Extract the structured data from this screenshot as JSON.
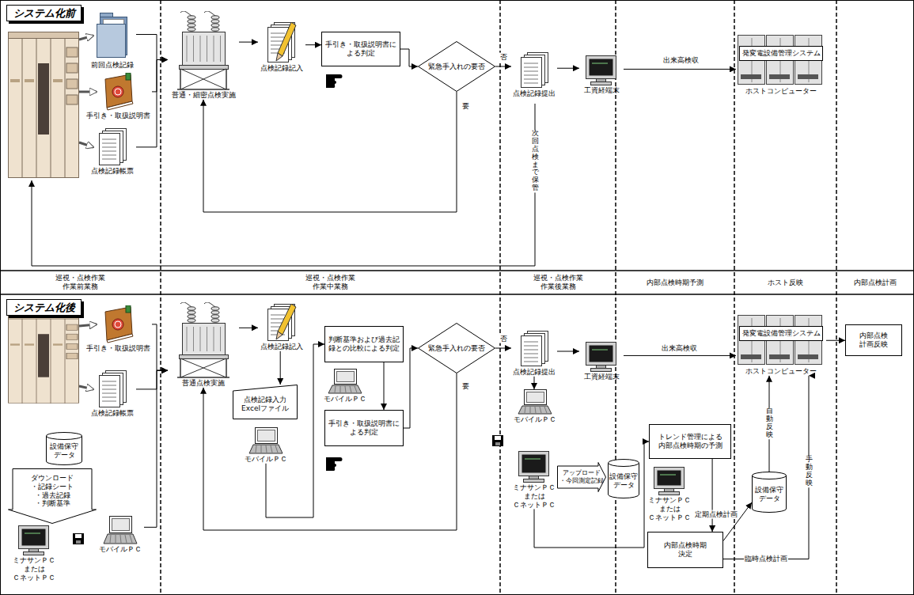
{
  "diagram": {
    "nodes": [
      {
        "text": [
          "システム化前"
        ]
      },
      {
        "text": [
          "前回点検記録"
        ]
      },
      {
        "text": [
          "手引き・取扱説明書"
        ]
      },
      {
        "text": [
          "点検記録帳票"
        ]
      },
      {
        "text": [
          "普通・細密点検実施"
        ]
      },
      {
        "text": [
          "点検記録記入"
        ]
      },
      {
        "text": [
          "手引き・取扱説明書に よる判定"
        ]
      },
      {
        "text": [
          "緊急手入れの要否"
        ]
      },
      {
        "text": [
          "点検記録提出"
        ]
      },
      {
        "text": [
          "工資経端末"
        ]
      },
      {
        "text": [
          "発変電設備管理システム",
          "ホストコンピューター"
        ]
      },
      {
        "text": [
          "システム化後"
        ]
      },
      {
        "text": [
          "手引き・取扱説明書"
        ]
      },
      {
        "text": [
          "点検記録帳票"
        ]
      },
      {
        "text": [
          "設備保守 データ"
        ]
      },
      {
        "text": [
          "ダウンロード",
          "・記録シート",
          "・過去記録",
          "・判断基準"
        ]
      },
      {
        "text": [
          "ミナサンＰＣ または ＣネットＰＣ"
        ]
      },
      {
        "text": [
          "モバイルＰＣ"
        ]
      },
      {
        "text": [
          "普通点検実施"
        ]
      },
      {
        "text": [
          "点検記録記入"
        ]
      },
      {
        "text": [
          "点検記録入力 Excelファイル"
        ]
      },
      {
        "text": [
          "モバイルＰＣ"
        ]
      },
      {
        "text": [
          "判断基準および過去記 録との比較による判定"
        ]
      },
      {
        "text": [
          "モバイルＰＣ"
        ]
      },
      {
        "text": [
          "手引き・取扱説明書に よる判定"
        ]
      },
      {
        "text": [
          "緊急手入れの要否"
        ]
      },
      {
        "text": [
          "点検記録提出"
        ]
      },
      {
        "text": [
          "工資経端末"
        ]
      },
      {
        "text": [
          "モバイルＰＣ"
        ]
      },
      {
        "text": [
          "ミナサンＰＣ または ＣネットＰＣ"
        ]
      },
      {
        "text": [
          "アップロード",
          "・今回測定記録"
        ]
      },
      {
        "text": [
          "設備保守 データ"
        ]
      },
      {
        "text": [
          "トレンド管理による 内部点検時期の予測"
        ]
      },
      {
        "text": [
          "ミナサンＰＣ または ＣネットＰＣ"
        ]
      },
      {
        "text": [
          "内部点検時期 決定"
        ]
      },
      {
        "text": [
          "発変電設備管理システム",
          "ホストコンピューター"
        ]
      },
      {
        "text": [
          "設備保守 データ"
        ]
      },
      {
        "text": [
          "内部点検 計画反映"
        ]
      }
    ],
    "edges": [
      {
        "from": 1,
        "to": 4,
        "arrow": "to"
      },
      {
        "from": 2,
        "to": 4,
        "arrow": "to"
      },
      {
        "from": 3,
        "to": 4,
        "arrow": "to"
      },
      {
        "from": 4,
        "to": 5,
        "arrow": "to"
      },
      {
        "from": 5,
        "to": 6,
        "arrow": "to"
      },
      {
        "from": 6,
        "to": 7,
        "arrow": "to"
      },
      {
        "from": 7,
        "to": 8,
        "label": "否",
        "arrow": "to"
      },
      {
        "from": 7,
        "to": 4,
        "label": "要",
        "arrow": "to"
      },
      {
        "from": 8,
        "to": 9,
        "arrow": "to"
      },
      {
        "from": 9,
        "to": 10,
        "label": "出来高検収",
        "arrow": "to"
      },
      {
        "from": 12,
        "to": 18,
        "arrow": "to"
      },
      {
        "from": 13,
        "to": 18,
        "arrow": "to"
      },
      {
        "from": 17,
        "to": 18,
        "arrow": "to"
      },
      {
        "from": 18,
        "to": 19,
        "arrow": "to"
      },
      {
        "from": 19,
        "to": 20,
        "arrow": "to"
      },
      {
        "from": 21,
        "to": 22,
        "arrow": "to"
      },
      {
        "from": 22,
        "to": 24,
        "arrow": "to"
      },
      {
        "from": 24,
        "to": 25,
        "arrow": "to"
      },
      {
        "from": 25,
        "to": 26,
        "label": "否",
        "arrow": "to"
      },
      {
        "from": 25,
        "to": 18,
        "label": "要",
        "arrow": "to"
      },
      {
        "from": 26,
        "to": 27,
        "arrow": "to"
      },
      {
        "from": 26,
        "to": 28,
        "arrow": "to"
      },
      {
        "from": 27,
        "to": 35,
        "label": "出来高検収",
        "arrow": "to"
      },
      {
        "from": 29,
        "to": 32,
        "arrow": "to"
      },
      {
        "from": 32,
        "to": 34,
        "arrow": "to"
      },
      {
        "from": 34,
        "to": 36,
        "label": "定期点検計画",
        "arrow": "to"
      },
      {
        "from": 34,
        "to": 35,
        "label": "臨時点検計画",
        "arrow": "to"
      },
      {
        "from": 36,
        "to": 35,
        "label": "自動反映",
        "arrow": "to"
      },
      {
        "from": 35,
        "to": 37,
        "arrow": "to"
      }
    ],
    "labels": [
      "巡視・点検作業 作業前業務",
      "巡視・点検作業 作業中業務",
      "巡視・点検作業 作業後業務",
      "内部点検時期予測",
      "ホスト反映",
      "内部点検計画",
      "次回点検まで保管",
      "手動反映"
    ]
  }
}
